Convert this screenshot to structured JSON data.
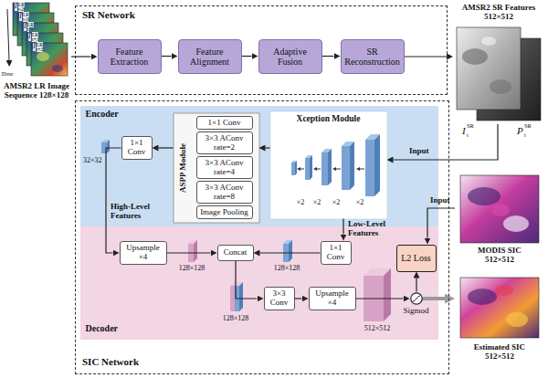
{
  "diagram": {
    "nodes": [
      {
        "text": [
          "SR Network"
        ]
      },
      {
        "text": [
          "Feature Extraction"
        ],
        "in": 0
      },
      {
        "text": [
          "Feature Alignment"
        ],
        "in": 0
      },
      {
        "text": [
          "Adaptive Fusion"
        ],
        "in": 0
      },
      {
        "text": [
          "SR Reconstruction"
        ],
        "in": 0
      },
      {
        "text": [
          "AMSR2 LR Image Sequence 128×128"
        ]
      },
      {
        "text": [
          "AMSR2 SR Features 512×512"
        ]
      },
      {
        "text": [
          "SIC Network"
        ]
      },
      {
        "text": [
          "Encoder"
        ],
        "in": 7
      },
      {
        "text": [
          "Xception Module"
        ],
        "in": 8
      },
      {
        "text": [
          "ASPP Module"
        ],
        "in": 8
      },
      {
        "text": [
          "1×1 Conv"
        ],
        "in": 10
      },
      {
        "text": [
          "3×3 AConv rate=2"
        ],
        "in": 10
      },
      {
        "text": [
          "3×3 AConv rate=4"
        ],
        "in": 10
      },
      {
        "text": [
          "3×3 AConv rate=8"
        ],
        "in": 10
      },
      {
        "text": [
          "Image Pooling"
        ],
        "in": 10
      },
      {
        "text": [
          "1×1 Conv"
        ],
        "in": 8
      },
      {
        "text": [
          "Decoder"
        ],
        "in": 7
      },
      {
        "text": [
          "Upsample ×4"
        ],
        "in": 17
      },
      {
        "text": [
          "Concat"
        ],
        "in": 17
      },
      {
        "text": [
          "1×1 Conv"
        ],
        "in": 17
      },
      {
        "text": [
          "3×3 Conv"
        ],
        "in": 17
      },
      {
        "text": [
          "Upsample ×4"
        ],
        "in": 17
      },
      {
        "text": [
          "L2 Loss"
        ],
        "in": 17
      },
      {
        "text": [
          "Sigmod"
        ],
        "in": 17
      },
      {
        "text": [
          "MODIS SIC 512×512"
        ]
      },
      {
        "text": [
          "Estimated SIC 512×512"
        ]
      }
    ],
    "edges": [
      {
        "from": 5,
        "to": 1,
        "arrow": "to"
      },
      {
        "from": 1,
        "to": 2,
        "arrow": "to"
      },
      {
        "from": 2,
        "to": 3,
        "arrow": "to"
      },
      {
        "from": 3,
        "to": 4,
        "arrow": "to"
      },
      {
        "from": 4,
        "to": 6,
        "arrow": "to"
      },
      {
        "from": 6,
        "to": 9,
        "label": "Input",
        "arrow": "to"
      },
      {
        "from": 9,
        "to": 10,
        "arrow": "to"
      },
      {
        "from": 10,
        "to": 16,
        "arrow": "to"
      },
      {
        "from": 16,
        "to": 18,
        "arrow": "to"
      },
      {
        "from": 9,
        "to": 20,
        "arrow": "to"
      },
      {
        "from": 18,
        "to": 19,
        "arrow": "to"
      },
      {
        "from": 20,
        "to": 19,
        "arrow": "to"
      },
      {
        "from": 19,
        "to": 21,
        "arrow": "to"
      },
      {
        "from": 21,
        "to": 22,
        "arrow": "to"
      },
      {
        "from": 22,
        "to": 24,
        "arrow": "to"
      },
      {
        "from": 24,
        "to": 23,
        "arrow": "to"
      },
      {
        "from": 25,
        "to": 23,
        "label": "Input",
        "arrow": "to"
      },
      {
        "from": 24,
        "to": 26,
        "arrow": "to"
      }
    ],
    "labels": [
      "I",
      "LR",
      "t-2",
      "I",
      "LR",
      "t-1",
      "I",
      "LR",
      "t",
      "I",
      "LR",
      "t+1",
      "I",
      "LR",
      "t+2",
      "Time",
      "I",
      "SR",
      "t",
      "P",
      "SR",
      "t",
      "×2",
      "×2",
      "×2",
      "×2",
      "32×32",
      "High-Level Features",
      "Low-Level Features",
      "128×128",
      "128×128",
      "128×128",
      "512×512"
    ]
  }
}
